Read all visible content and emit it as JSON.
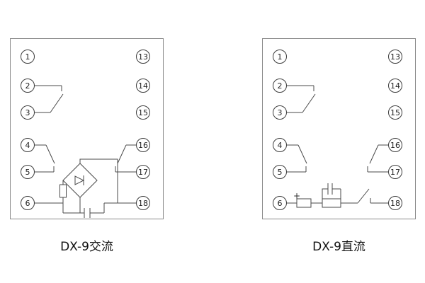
{
  "colors": {
    "line": "#4a4a4a",
    "terminal_border": "#3c3c3c",
    "box_border": "#8a8a8a",
    "text": "#111111",
    "background": "#ffffff"
  },
  "diagrams": [
    {
      "label": "DX-9交流",
      "left_terminals": [
        "1",
        "2",
        "3",
        "4",
        "5",
        "6"
      ],
      "right_terminals": [
        "13",
        "14",
        "15",
        "16",
        "17",
        "18"
      ]
    },
    {
      "label": "DX-9直流",
      "plus_label": "+",
      "left_terminals": [
        "1",
        "2",
        "3",
        "4",
        "5",
        "6"
      ],
      "right_terminals": [
        "13",
        "14",
        "15",
        "16",
        "17",
        "18"
      ]
    }
  ]
}
